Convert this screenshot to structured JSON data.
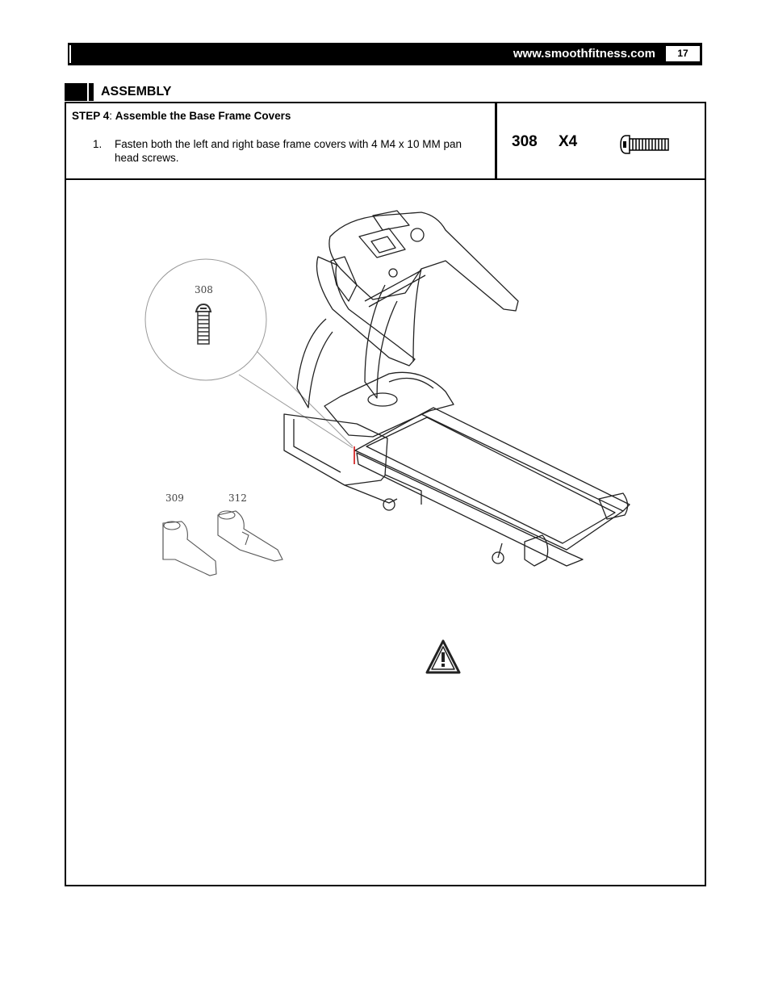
{
  "header": {
    "url": "www.smoothfitness.com",
    "page_number": "17"
  },
  "section": {
    "title": "ASSEMBLY"
  },
  "step": {
    "label": "STEP 4",
    "separator": ": ",
    "title": "Assemble the Base Frame Covers",
    "items": [
      {
        "number": "1.",
        "text": "Fasten both the left and right base frame covers with 4 M4 x 10 MM pan head screws."
      }
    ]
  },
  "parts": {
    "part_number": "308",
    "quantity": "X4",
    "icon": "pan-head-screw-icon"
  },
  "diagram": {
    "callout_part": "308",
    "cover_left_part": "309",
    "cover_right_part": "312",
    "warning_icon": "warning-triangle-icon"
  }
}
